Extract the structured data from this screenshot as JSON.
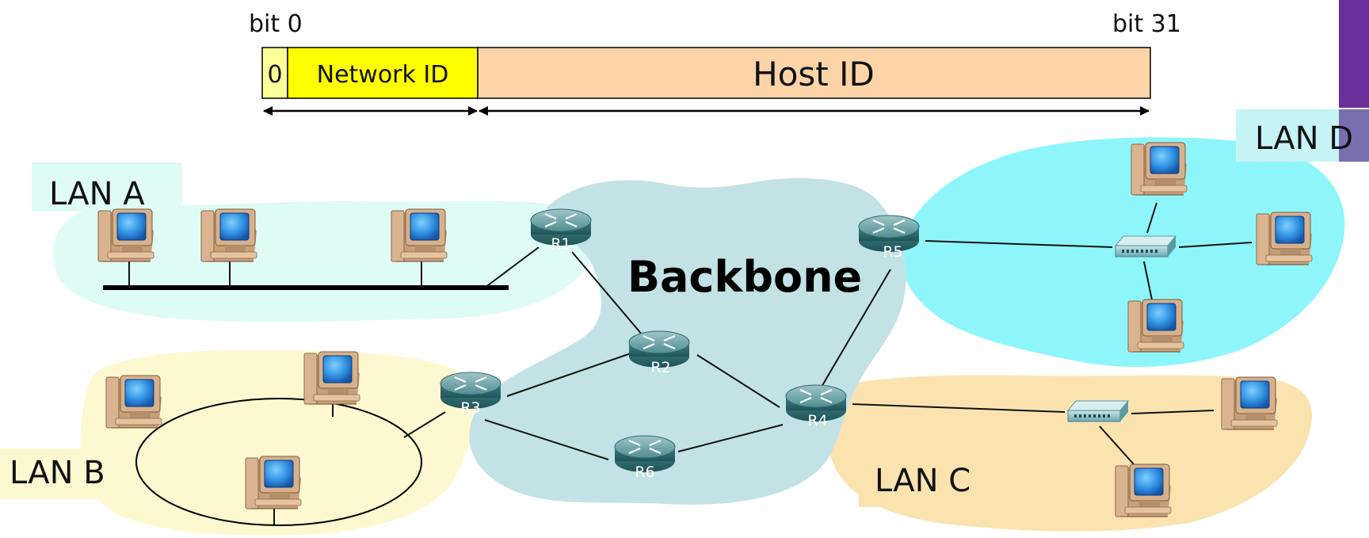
{
  "header": {
    "bit_start": "bit 0",
    "bit_end": "bit 31",
    "field_class": "0",
    "field_network": "Network ID",
    "field_host": "Host ID"
  },
  "colors": {
    "lan_a": "#dffbf5",
    "lan_b": "#fdf8cf",
    "lan_c": "#fbe3b0",
    "lan_d": "#8ef6fb",
    "backbone": "#c3e2e6",
    "network_id": "#ffff00",
    "host_id": "#fdd4a8",
    "class_bit": "#ffff99"
  },
  "lans": {
    "lan_a": "LAN A",
    "lan_b": "LAN B",
    "lan_c": "LAN C",
    "lan_d": "LAN D"
  },
  "backbone": {
    "label": "Backbone"
  },
  "routers": [
    "R1",
    "R2",
    "R3",
    "R4",
    "R5",
    "R6"
  ]
}
